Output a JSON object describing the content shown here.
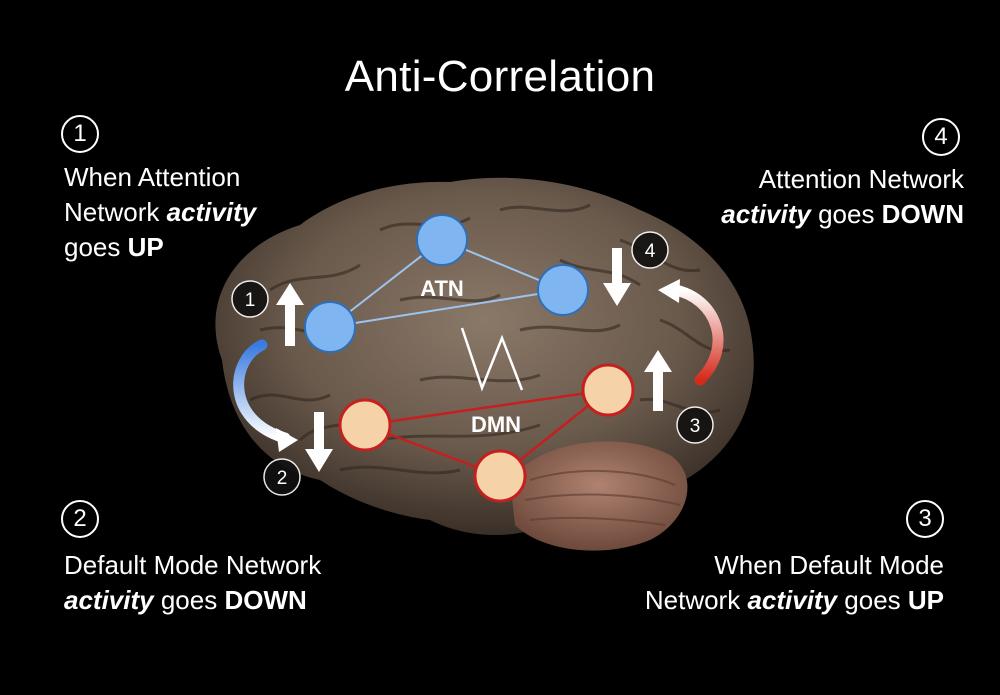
{
  "title": "Anti-Correlation",
  "network_labels": {
    "atn": "ATN",
    "dmn": "DMN"
  },
  "colors": {
    "atn_node": "#7fb6f2",
    "dmn_node": "#f5d2a8",
    "dmn_stroke": "#c51f1f",
    "atn_stroke": "#2e6fb8",
    "background": "#000000"
  },
  "steps": [
    {
      "number": "1",
      "lines": [
        [
          "When Attention",
          ""
        ],
        [
          "Network ",
          "activity"
        ],
        [
          "goes ",
          "UP"
        ]
      ]
    },
    {
      "number": "2",
      "lines": [
        [
          "Default Mode Network",
          ""
        ],
        [
          "activity",
          " goes ",
          "DOWN"
        ]
      ]
    },
    {
      "number": "3",
      "lines": [
        [
          "When Default Mode",
          ""
        ],
        [
          "Network ",
          "activity",
          " goes ",
          "UP"
        ]
      ]
    },
    {
      "number": "4",
      "lines": [
        [
          "Attention Network",
          ""
        ],
        [
          "activity",
          " goes ",
          "DOWN"
        ]
      ]
    }
  ],
  "captions": {
    "one": {
      "l1": "When Attention",
      "l2a": "Network ",
      "l2b": "activity",
      "l3a": "goes ",
      "l3b": "UP"
    },
    "two": {
      "l1": "Default Mode Network",
      "l2a": "activity",
      "l2b": " goes ",
      "l2c": "DOWN"
    },
    "three": {
      "l1": "When Default Mode",
      "l2a": "Network ",
      "l2b": "activity",
      "l2c": " goes ",
      "l2d": "UP"
    },
    "four": {
      "l1": "Attention Network",
      "l2a": "activity",
      "l2b": " goes ",
      "l2c": "DOWN"
    }
  },
  "small_markers": {
    "m1": "1",
    "m2": "2",
    "m3": "3",
    "m4": "4"
  }
}
